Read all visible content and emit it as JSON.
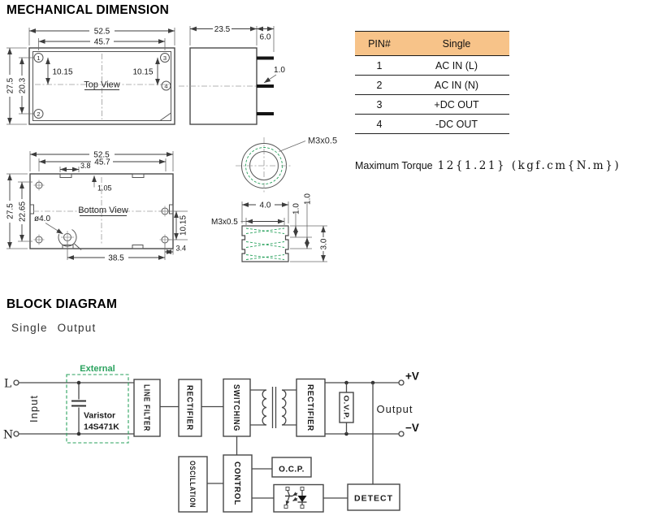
{
  "titles": {
    "mechanical": "MECHANICAL DIMENSION",
    "block": "BLOCK DIAGRAM",
    "block_subtitle": "Single Output"
  },
  "pin_table": {
    "col_pin": "PIN#",
    "col_single": "Single",
    "rows": [
      {
        "pin": "1",
        "fn": "AC IN (L)"
      },
      {
        "pin": "2",
        "fn": "AC IN (N)"
      },
      {
        "pin": "3",
        "fn": "+DC OUT"
      },
      {
        "pin": "4",
        "fn": "-DC OUT"
      }
    ],
    "header_bg": "#F7C389"
  },
  "torque": {
    "label": "Maximum Torque",
    "value": "12{1.21} (kgf.cm{N.m})"
  },
  "top_view": {
    "label": "Top View",
    "width_outer": "52.5",
    "width_pins": "45.7",
    "height_outer": "27.5",
    "height_pins": "20.3",
    "pin_pitch_left": "10.15",
    "pin_pitch_right": "10.15",
    "pin1": "1",
    "pin2": "2",
    "pin3": "3",
    "pin4": "4"
  },
  "side_view": {
    "depth": "23.5",
    "pin_length": "6.0",
    "pin_thickness": "1.0"
  },
  "bottom_view": {
    "label": "Bottom View",
    "width_outer": "52.5",
    "width_inner": "45.7",
    "notch_width": "3.8",
    "notch_depth": "1.05",
    "height_outer": "27.5",
    "height_inner": "22.65",
    "hole_pitch": "10.15",
    "hole_span": "38.5",
    "edge_gap": "3.4",
    "hole_dia": "ø4.0"
  },
  "thread_view": {
    "label": "M3x0.5"
  },
  "insert_view": {
    "thread": "M3x0.5",
    "width": "4.0",
    "step1": "1.0",
    "step2": "1.0",
    "height": "3.0"
  },
  "block": {
    "terminal_l": "L",
    "terminal_n": "N",
    "input_label": "Input",
    "external_label": "External",
    "varistor_line1": "Varistor",
    "varistor_line2": "14S471K",
    "line_filter": "LINE FILTER",
    "rectifier_in": "RECTIFIER",
    "switching": "SWITCHING",
    "rectifier_out": "RECTIFIER",
    "ovp": "O.V.P.",
    "oscillation": "OSCILLATION",
    "control": "CONTROL",
    "ocp": "O.C.P.",
    "detect": "DETECT",
    "v_plus": "+V",
    "v_minus": "−V",
    "output_label": "Output"
  },
  "colors": {
    "accent_green": "#2aa25e",
    "table_header_bg": "#F7C389",
    "drawing_line": "#4a4a4a"
  }
}
